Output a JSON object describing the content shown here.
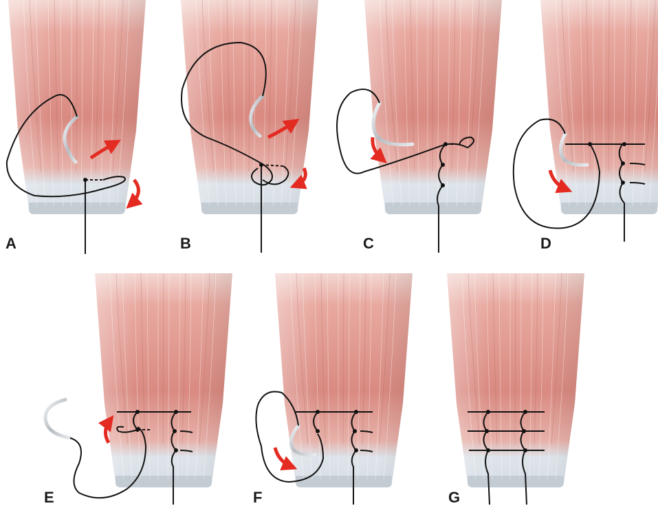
{
  "figure": {
    "panels": [
      {
        "label": "A"
      },
      {
        "label": "B"
      },
      {
        "label": "C"
      },
      {
        "label": "D"
      },
      {
        "label": "E"
      },
      {
        "label": "F"
      },
      {
        "label": "G"
      }
    ],
    "colors": {
      "muscle": "#e7a49b",
      "muscle_dark": "#cf7d76",
      "tendon": "#dde4ea",
      "tendon_shadow": "#b9c1ca",
      "suture": "#111111",
      "arrow": "#e32b22",
      "needle": "#c9ced3"
    }
  }
}
